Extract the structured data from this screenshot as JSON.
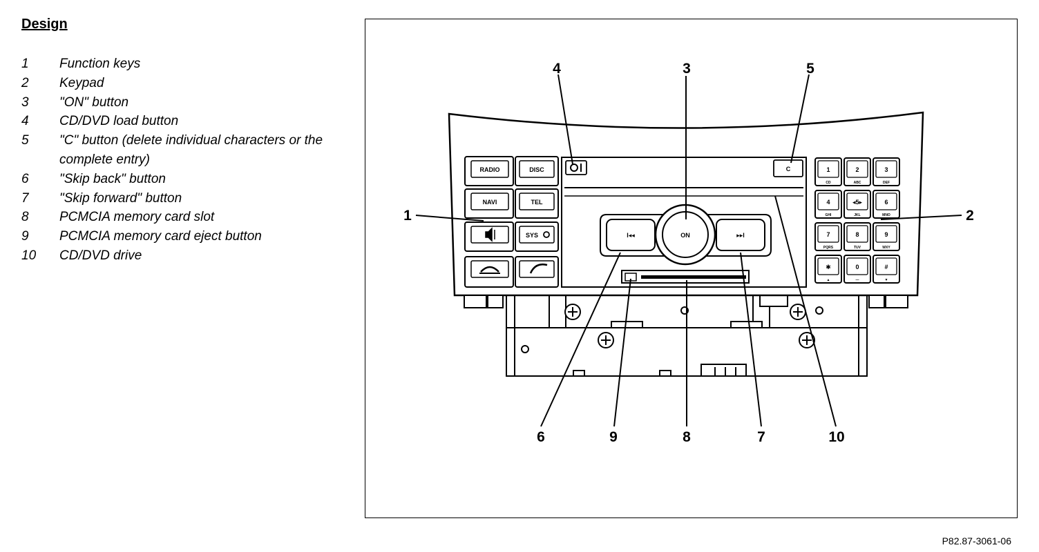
{
  "heading": "Design",
  "legend": [
    {
      "num": "1",
      "text": "Function keys"
    },
    {
      "num": "2",
      "text": "Keypad"
    },
    {
      "num": "3",
      "text": "\"ON\" button"
    },
    {
      "num": "4",
      "text": "CD/DVD load button"
    },
    {
      "num": "5",
      "text": "\"C\" button (delete individual characters or the complete entry)"
    },
    {
      "num": "6",
      "text": "\"Skip back\" button"
    },
    {
      "num": "7",
      "text": "\"Skip forward\" button"
    },
    {
      "num": "8",
      "text": "PCMCIA memory card slot"
    },
    {
      "num": "9",
      "text": "PCMCIA memory card eject button"
    },
    {
      "num": "10",
      "text": "CD/DVD drive"
    }
  ],
  "figure_ref": "P82.87-3061-06",
  "callouts": {
    "c1": "1",
    "c2": "2",
    "c3": "3",
    "c4": "4",
    "c5": "5",
    "c6": "6",
    "c7": "7",
    "c8": "8",
    "c9": "9",
    "c10": "10"
  },
  "buttons": {
    "radio": "RADIO",
    "disc": "DISC",
    "navi": "NAVI",
    "tel": "TEL",
    "sys": "SYS",
    "on": "ON",
    "c": "C",
    "skip_back": "I◂◂",
    "skip_fwd": "▸▸I"
  },
  "keypad": [
    {
      "key": "1",
      "sub": "CD"
    },
    {
      "key": "2",
      "sub": "ABC"
    },
    {
      "key": "3",
      "sub": "DEF"
    },
    {
      "key": "4",
      "sub": "GHI"
    },
    {
      "key": "◂5▸",
      "sub": "JKL"
    },
    {
      "key": "6",
      "sub": "MNO"
    },
    {
      "key": "7",
      "sub": "PQRS"
    },
    {
      "key": "8",
      "sub": "TUV"
    },
    {
      "key": "9",
      "sub": "WXY"
    },
    {
      "key": "✱",
      "sub": "▲"
    },
    {
      "key": "0",
      "sub": "—"
    },
    {
      "key": "#",
      "sub": "▼"
    }
  ],
  "icons": {
    "eject": "eject-icon",
    "mute": "speaker-mute-icon",
    "hangup": "phone-hangup-icon",
    "call": "phone-call-icon"
  }
}
